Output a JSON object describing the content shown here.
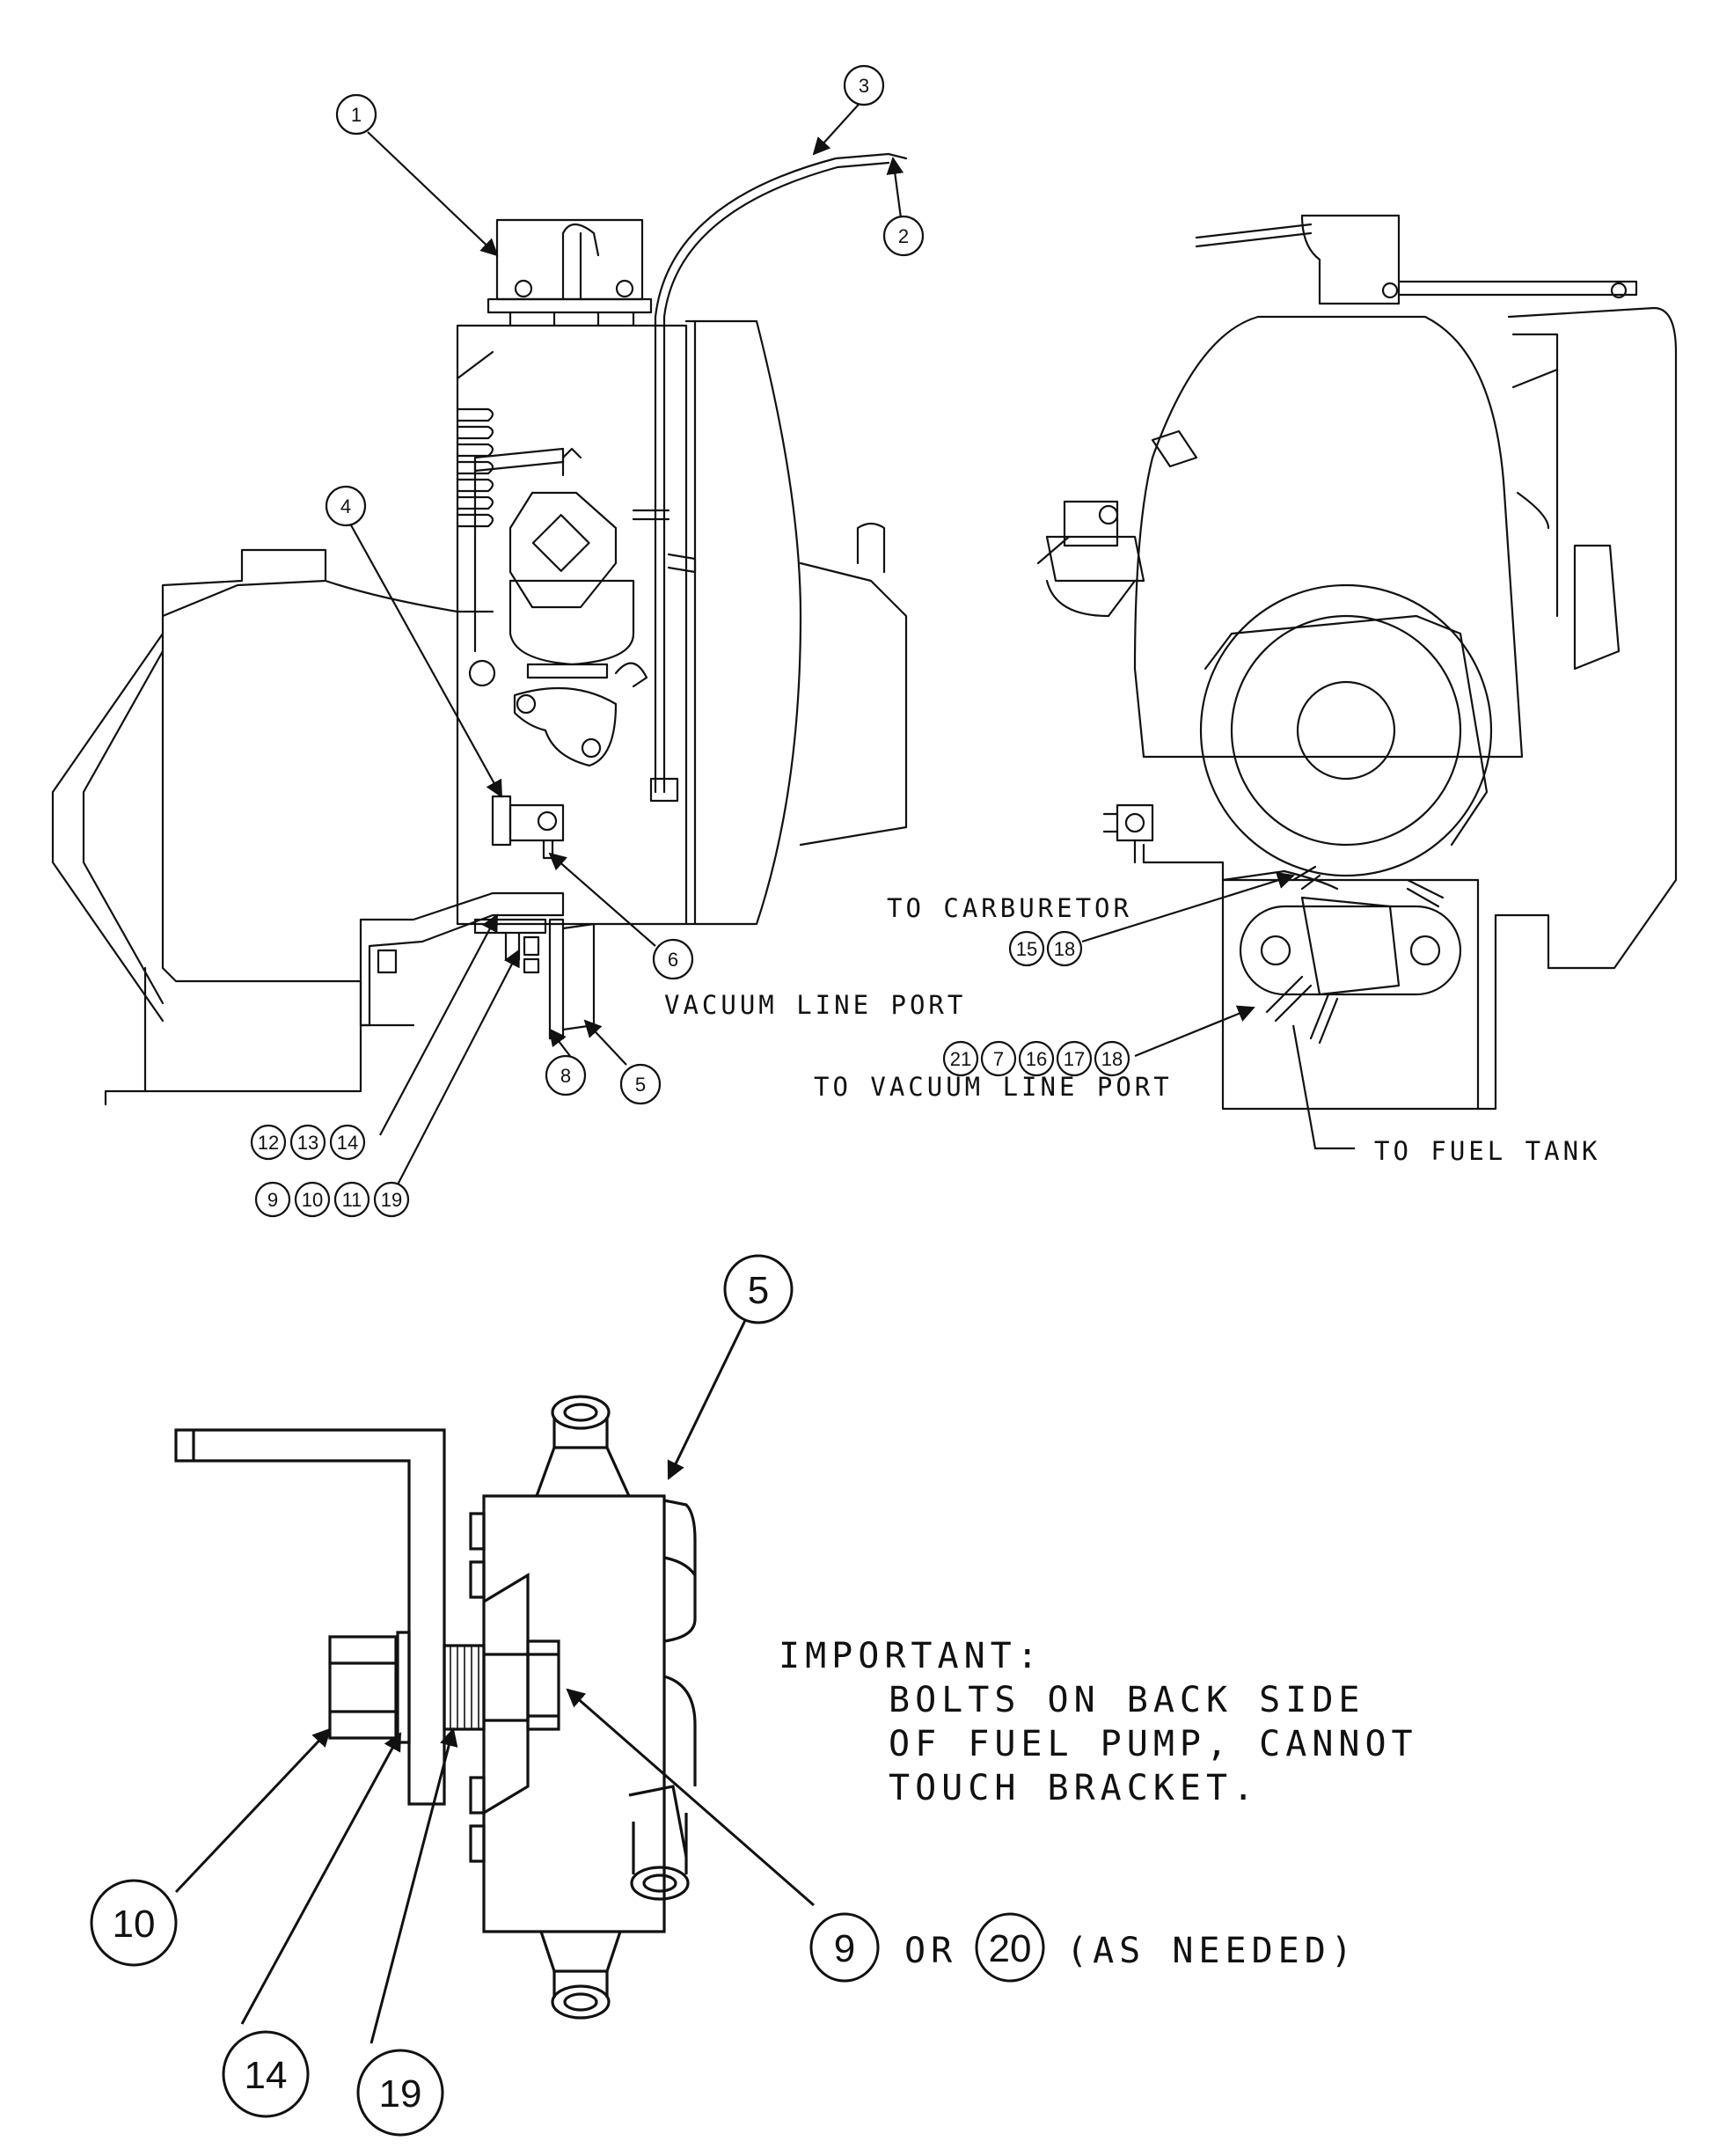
{
  "callouts": {
    "c1": "1",
    "c2": "2",
    "c3": "3",
    "c4": "4",
    "c5": "5",
    "c6": "6",
    "c8": "8",
    "g12": [
      "12",
      "13",
      "14"
    ],
    "g9": [
      "9",
      "10",
      "11",
      "19"
    ],
    "g15": [
      "15",
      "18"
    ],
    "g21": [
      "21",
      "7",
      "16",
      "17",
      "18"
    ],
    "d5": "5",
    "d9": "9",
    "d20": "20",
    "d10": "10",
    "d14": "14",
    "d19": "19"
  },
  "labels": {
    "vacuum_line_port": "VACUUM LINE PORT",
    "to_carburetor": "TO CARBURETOR",
    "to_vacuum_line_port": "TO VACUUM LINE PORT",
    "to_fuel_tank": "TO FUEL TANK",
    "important_title": "IMPORTANT:",
    "important_line1": "BOLTS ON BACK SIDE",
    "important_line2": "OF FUEL PUMP, CANNOT",
    "important_line3": "TOUCH BRACKET.",
    "or": "OR",
    "as_needed": "(AS NEEDED)"
  }
}
